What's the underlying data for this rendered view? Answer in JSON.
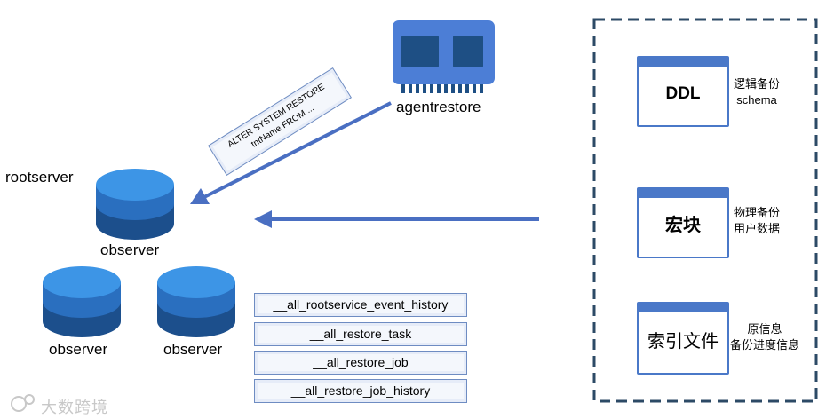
{
  "rootserver_label": "rootserver",
  "observers": [
    {
      "label": "observer"
    },
    {
      "label": "observer"
    },
    {
      "label": "observer"
    }
  ],
  "agent_label": "agentrestore",
  "sql_text": {
    "line1": "ALTER SYSTEM RESTORE",
    "line2": "tntName FROM ..."
  },
  "tables": [
    "__all_rootservice_event_history",
    "__all_restore_task",
    "__all_restore_job",
    "__all_restore_job_history"
  ],
  "cards": [
    {
      "title": "DDL",
      "note_line1": "逻辑备份",
      "note_line2": "schema"
    },
    {
      "title": "宏块",
      "note_line1": "物理备份",
      "note_line2": "用户数据"
    },
    {
      "title": "索引文件",
      "note_line1": "原信息",
      "note_line2": "备份进度信息"
    }
  ],
  "watermark": "大数跨境",
  "colors": {
    "disk_light": "#3d95e6",
    "disk_mid": "#2a6fbf",
    "disk_dark": "#1c4f8c",
    "arrow": "#4a6fc2",
    "agent_body": "#4c7ed6",
    "agent_dark": "#1e4f84",
    "dashed_border": "#2c4a66"
  }
}
